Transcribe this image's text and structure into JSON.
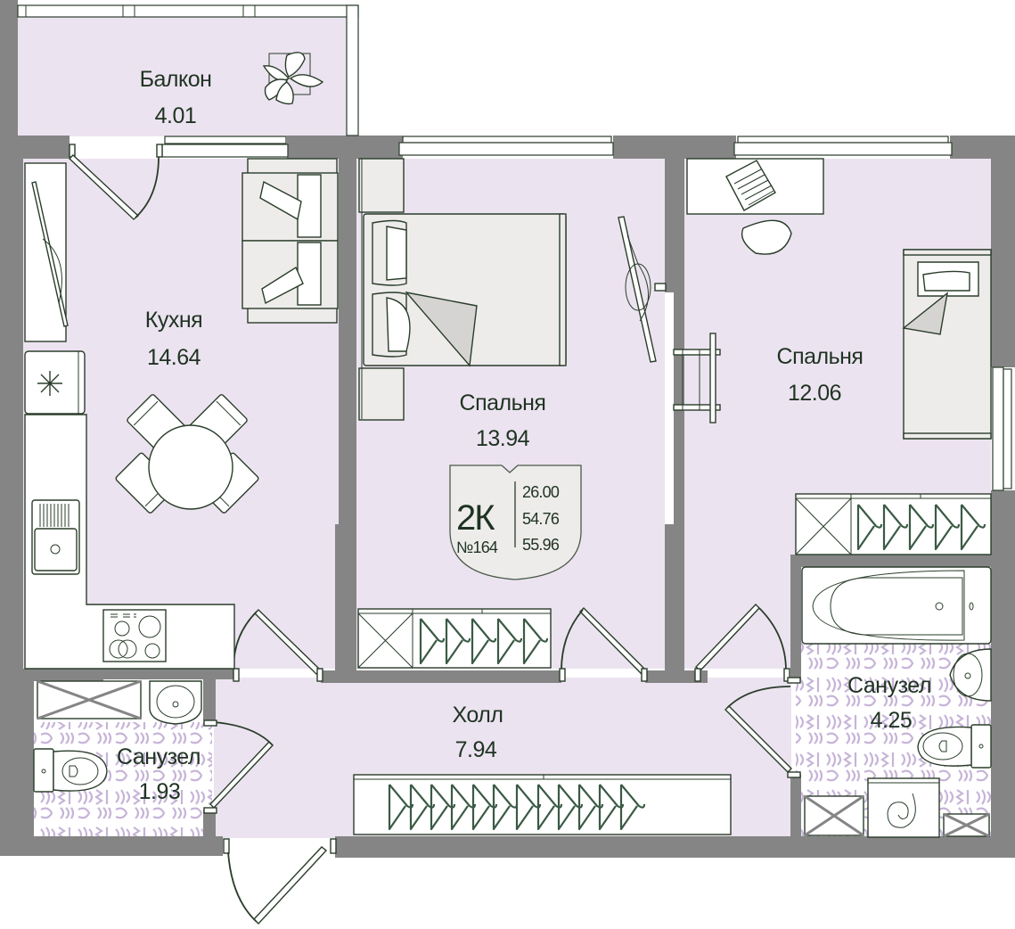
{
  "plan": {
    "apartment_type": "2К",
    "apartment_number": "№164",
    "areas": [
      "26.00",
      "54.76",
      "55.96"
    ]
  },
  "rooms": {
    "balcony": {
      "name": "Балкон",
      "area": "4.01"
    },
    "kitchen": {
      "name": "Кухня",
      "area": "14.64"
    },
    "bedroom_main": {
      "name": "Спальня",
      "area": "13.94"
    },
    "bedroom_second": {
      "name": "Спальня",
      "area": "12.06"
    },
    "hall": {
      "name": "Холл",
      "area": "7.94"
    },
    "bathroom_small": {
      "name": "Санузел",
      "area": "1.93"
    },
    "bathroom_large": {
      "name": "Санузел",
      "area": "4.25"
    }
  },
  "colors": {
    "wall": "#858585",
    "floor": "#ece3f0",
    "text": "#1f3322",
    "badge_fill": "#eeeceb",
    "tile_pattern": "#c7b4d8"
  }
}
